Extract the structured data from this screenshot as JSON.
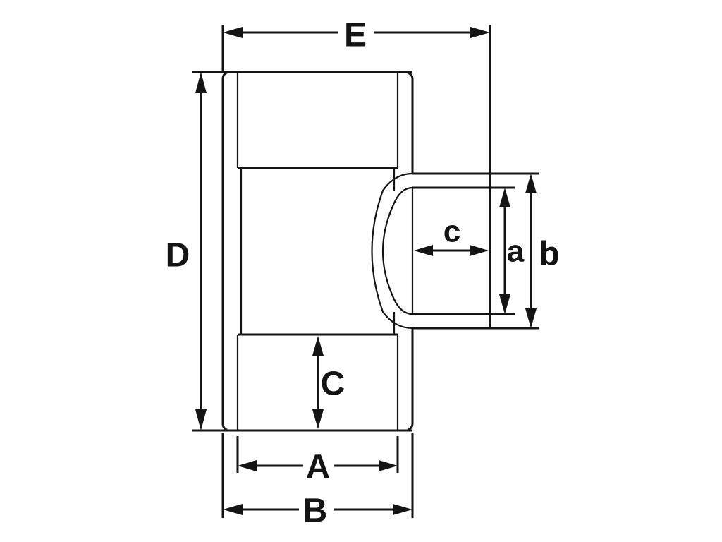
{
  "labels": {
    "E": "E",
    "D": "D",
    "A": "A",
    "B": "B",
    "C_upper": "C",
    "c_lower": "c",
    "a": "a",
    "b": "b"
  }
}
